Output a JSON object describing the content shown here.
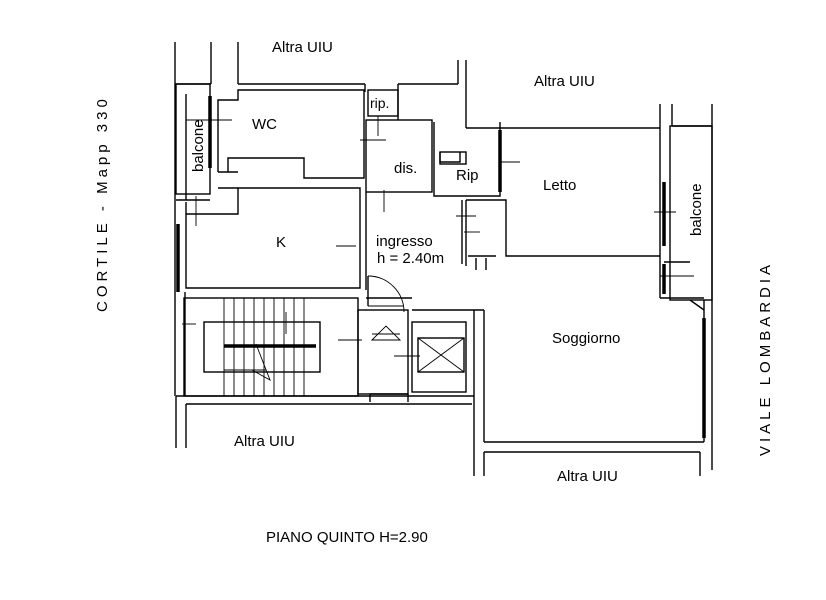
{
  "rooms": {
    "wc": "WC",
    "rip_top": "rip.",
    "dis": "dis.",
    "rip_mid": "Rip",
    "letto": "Letto",
    "k": "K",
    "ingresso": "ingresso",
    "height": "h = 2.40m",
    "soggiorno": "Soggiorno",
    "balcone_left": "balcone",
    "balcone_right": "balcone"
  },
  "neighbours": {
    "top_left": "Altra UIU",
    "top_right": "Altra UIU",
    "bottom_left": "Altra UIU",
    "bottom_right": "Altra UIU"
  },
  "sides": {
    "left": "CORTILE - Mapp 330",
    "right": "VIALE LOMBARDIA"
  },
  "footer": {
    "floor_caption": "PIANO QUINTO H=2.90"
  }
}
